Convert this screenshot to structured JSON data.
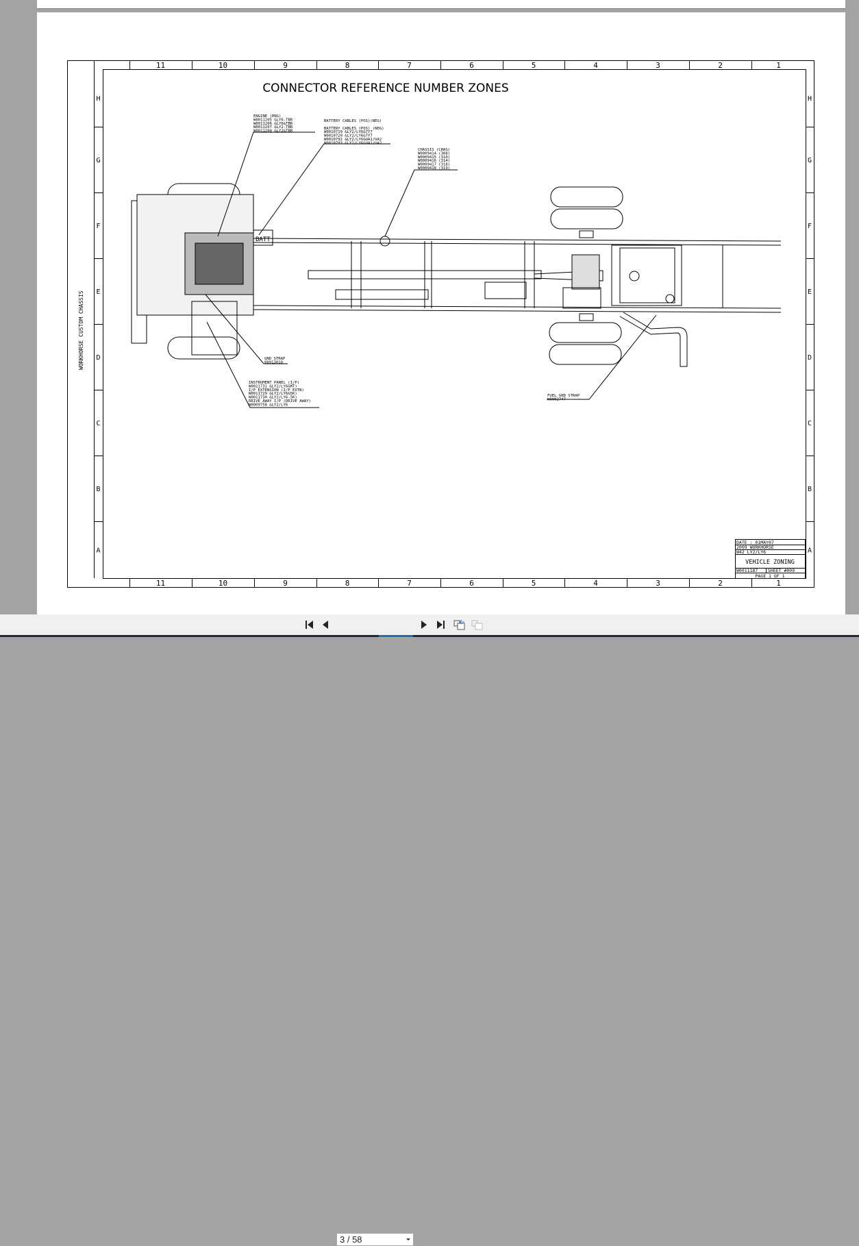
{
  "drawing": {
    "title": "CONNECTOR REFERENCE NUMBER ZONES",
    "side_label": "WORKHORSE CUSTOM CHASSIS",
    "columns": [
      "11",
      "10",
      "9",
      "8",
      "7",
      "6",
      "5",
      "4",
      "3",
      "2",
      "1"
    ],
    "rows": [
      "H",
      "G",
      "F",
      "E",
      "D",
      "C",
      "B",
      "A"
    ],
    "callouts": {
      "engine": [
        "ENGINE (ENG)",
        "W0011205 &LY6-TBR",
        "W0011206 &LY6&TBR",
        "W0011207 &LY2-TBR",
        "W0011208 &LY2&TBR"
      ],
      "battery": [
        "BATTERY CABLES (POS)(NEG)",
        "",
        "BATTERY CABLES (POS) (NEG)",
        "W0010719 &LY2/LY6&7Y7",
        "W0010720 &LY2/LY6&7Y7",
        "W0010792 &LY2/LY6&UA1/UA2",
        "W0010793 &LY2/LY6&UA1/UA2"
      ],
      "chassis": [
        "CHASSIS (CHAS)",
        "W0009414   (308)",
        "W0009415   (310)",
        "W0009416   (314)",
        "W0009417   (318)",
        "W0009418   (319)"
      ],
      "gnd_strap": [
        "GND STRAP",
        "08913010"
      ],
      "instrument_panel": [
        "INSTRUMENT PANEL (I/P)",
        "W0011731  &LY2/LY6&MT)",
        "I/P EXTENSION (I/P EXTN)",
        "W0011729  &LY2/LY6&5K)",
        "W0011730  &LY2/LY6-5K)",
        "DRIVE AWAY I/P (DRIVE AWAY)",
        "W0009758  &LY2/LY6"
      ],
      "fuel_gnd_strap": [
        "FUEL GND STRAP",
        "W0002747"
      ],
      "batt_label": "BATT"
    },
    "title_block": {
      "date": "DATE : 01MAY07",
      "year": "2009 WORKHORSE",
      "model": "W42 LY2/LY6",
      "name": "VEHICLE ZONING",
      "number": "W0011187",
      "sheet": "SHEET #009",
      "page": "PAGE 1 OF 1"
    }
  },
  "toolbar": {
    "page_value": "3 / 58"
  }
}
